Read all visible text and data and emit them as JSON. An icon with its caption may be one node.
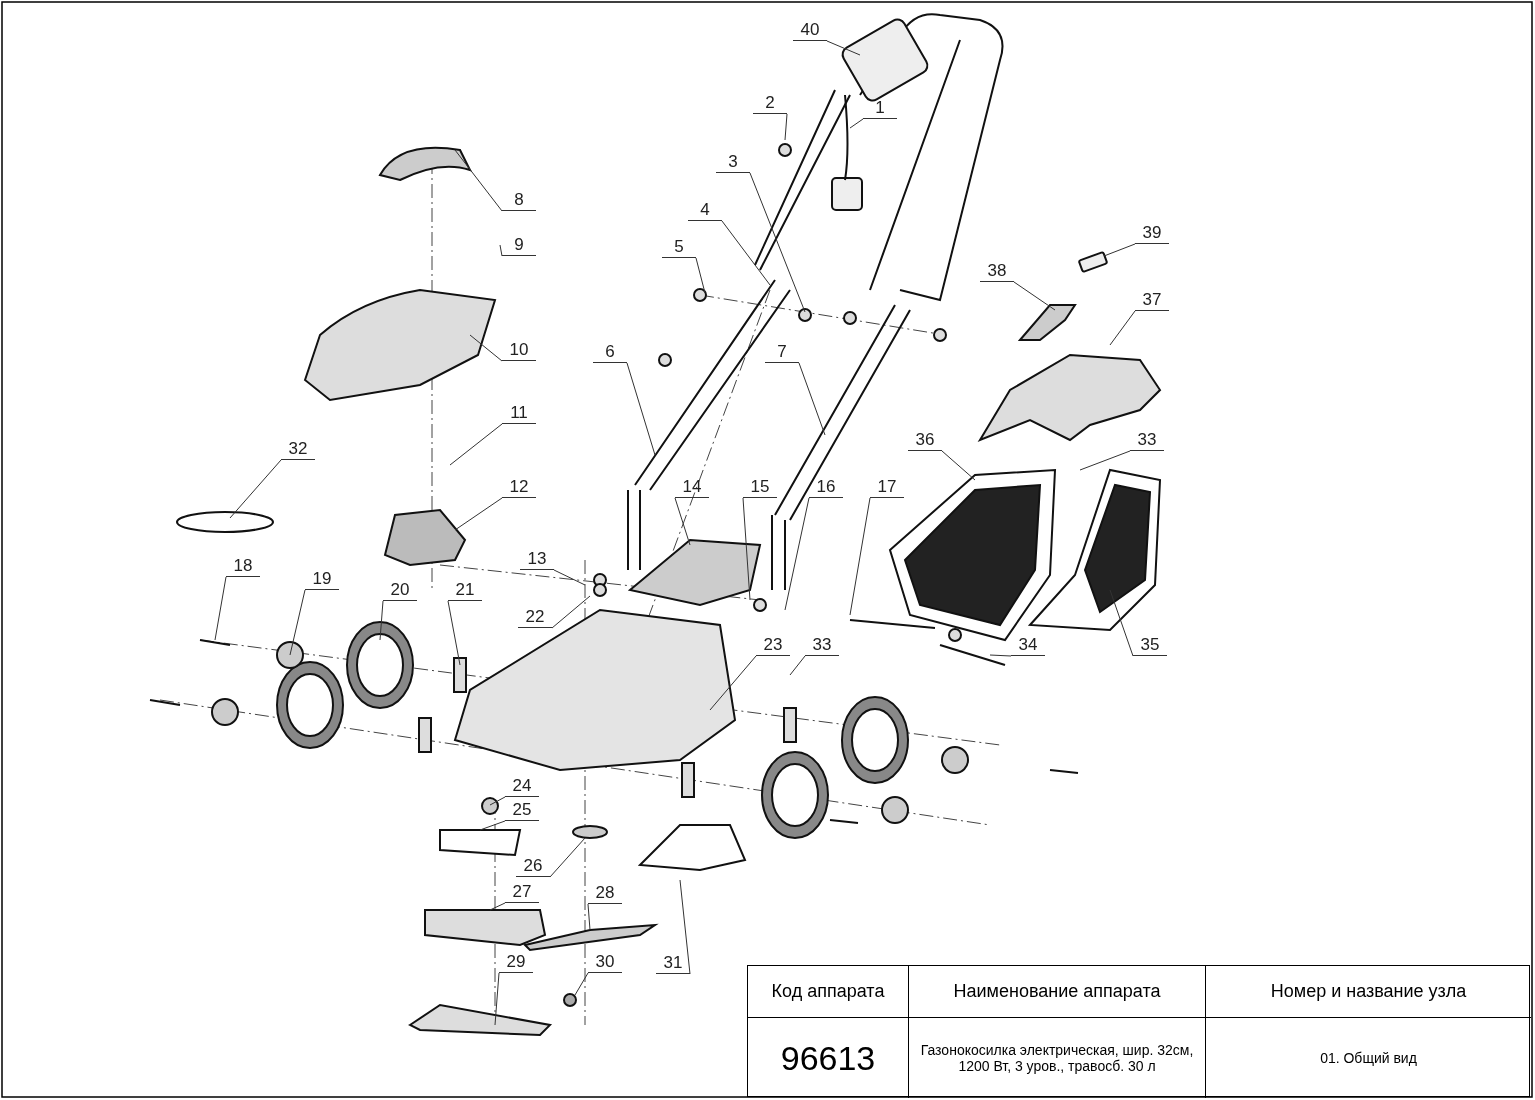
{
  "diagram": {
    "nodes": [
      {
        "text": [
          "40"
        ]
      },
      {
        "text": [
          "1"
        ]
      },
      {
        "text": [
          "2"
        ]
      },
      {
        "text": [
          "3"
        ]
      },
      {
        "text": [
          "8"
        ]
      },
      {
        "text": [
          "4"
        ]
      },
      {
        "text": [
          "39"
        ]
      },
      {
        "text": [
          "9"
        ]
      },
      {
        "text": [
          "5"
        ]
      },
      {
        "text": [
          "38"
        ]
      },
      {
        "text": [
          "37"
        ]
      },
      {
        "text": [
          "10"
        ]
      },
      {
        "text": [
          "6"
        ]
      },
      {
        "text": [
          "7"
        ]
      },
      {
        "text": [
          "11"
        ]
      },
      {
        "text": [
          "36"
        ]
      },
      {
        "text": [
          "33"
        ]
      },
      {
        "text": [
          "32"
        ]
      },
      {
        "text": [
          "12"
        ]
      },
      {
        "text": [
          "14"
        ]
      },
      {
        "text": [
          "15"
        ]
      },
      {
        "text": [
          "16"
        ]
      },
      {
        "text": [
          "17"
        ]
      },
      {
        "text": [
          "13"
        ]
      },
      {
        "text": [
          "18"
        ]
      },
      {
        "text": [
          "19"
        ]
      },
      {
        "text": [
          "20"
        ]
      },
      {
        "text": [
          "21"
        ]
      },
      {
        "text": [
          "22"
        ]
      },
      {
        "text": [
          "23"
        ]
      },
      {
        "text": [
          "33"
        ]
      },
      {
        "text": [
          "34"
        ]
      },
      {
        "text": [
          "35"
        ]
      },
      {
        "text": [
          "24"
        ]
      },
      {
        "text": [
          "25"
        ]
      },
      {
        "text": [
          "26"
        ]
      },
      {
        "text": [
          "27"
        ]
      },
      {
        "text": [
          "28"
        ]
      },
      {
        "text": [
          "29"
        ]
      },
      {
        "text": [
          "30"
        ]
      },
      {
        "text": [
          "31"
        ]
      }
    ],
    "edges": [
      {
        "from": 0,
        "to": null,
        "arrow": "none"
      },
      {
        "from": 1,
        "to": null,
        "arrow": "none"
      },
      {
        "from": 2,
        "to": null,
        "arrow": "none"
      },
      {
        "from": 3,
        "to": null,
        "arrow": "none"
      },
      {
        "from": 4,
        "to": null,
        "arrow": "none"
      },
      {
        "from": 5,
        "to": null,
        "arrow": "none"
      },
      {
        "from": 6,
        "to": null,
        "arrow": "none"
      },
      {
        "from": 7,
        "to": null,
        "arrow": "none"
      },
      {
        "from": 8,
        "to": null,
        "arrow": "none"
      },
      {
        "from": 9,
        "to": null,
        "arrow": "none"
      },
      {
        "from": 10,
        "to": null,
        "arrow": "none"
      },
      {
        "from": 11,
        "to": null,
        "arrow": "none"
      },
      {
        "from": 12,
        "to": null,
        "arrow": "none"
      },
      {
        "from": 13,
        "to": null,
        "arrow": "none"
      },
      {
        "from": 14,
        "to": null,
        "arrow": "none"
      },
      {
        "from": 15,
        "to": null,
        "arrow": "none"
      },
      {
        "from": 16,
        "to": null,
        "arrow": "none"
      },
      {
        "from": 17,
        "to": null,
        "arrow": "none"
      },
      {
        "from": 18,
        "to": null,
        "arrow": "none"
      },
      {
        "from": 19,
        "to": null,
        "arrow": "none"
      },
      {
        "from": 20,
        "to": null,
        "arrow": "none"
      },
      {
        "from": 21,
        "to": null,
        "arrow": "none"
      },
      {
        "from": 22,
        "to": null,
        "arrow": "none"
      },
      {
        "from": 23,
        "to": null,
        "arrow": "none"
      },
      {
        "from": 24,
        "to": null,
        "arrow": "none"
      },
      {
        "from": 25,
        "to": null,
        "arrow": "none"
      },
      {
        "from": 26,
        "to": null,
        "arrow": "none"
      },
      {
        "from": 27,
        "to": null,
        "arrow": "none"
      },
      {
        "from": 28,
        "to": null,
        "arrow": "none"
      },
      {
        "from": 29,
        "to": null,
        "arrow": "none"
      },
      {
        "from": 30,
        "to": null,
        "arrow": "none"
      },
      {
        "from": 31,
        "to": null,
        "arrow": "none"
      },
      {
        "from": 32,
        "to": null,
        "arrow": "none"
      },
      {
        "from": 33,
        "to": null,
        "arrow": "none"
      },
      {
        "from": 34,
        "to": null,
        "arrow": "none"
      },
      {
        "from": 35,
        "to": null,
        "arrow": "none"
      },
      {
        "from": 36,
        "to": null,
        "arrow": "none"
      },
      {
        "from": 37,
        "to": null,
        "arrow": "none"
      },
      {
        "from": 38,
        "to": null,
        "arrow": "none"
      },
      {
        "from": 39,
        "to": null,
        "arrow": "none"
      },
      {
        "from": 40,
        "to": null,
        "arrow": "none"
      }
    ],
    "labels": [
      "Код аппарата",
      "Наименование аппарата",
      "Номер и название узла",
      "96613",
      "Газонокосилка электрическая, шир. 32см, 1200 Вт, 3 уров., травосб. 30 л",
      "01. Общий вид"
    ]
  }
}
